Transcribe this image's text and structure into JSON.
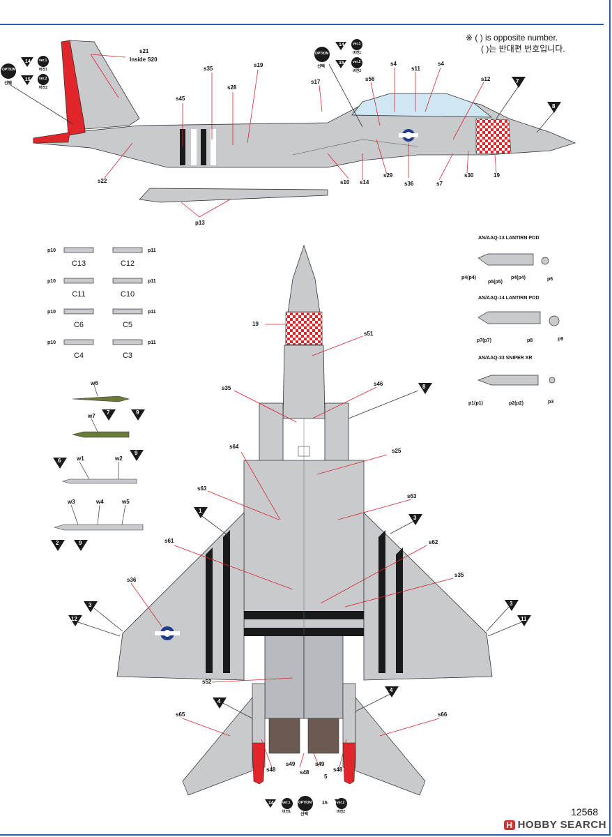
{
  "note": {
    "line1": "※ (   ) is opposite number.",
    "line2": "(   )는 반대편 번호입니다."
  },
  "badges": {
    "option": "OPTION",
    "option_sub": "선택",
    "ver1": "ver.1",
    "ver2": "ver.2",
    "ver_sub1": "버전1",
    "ver_sub2": "버전2",
    "n14": "14",
    "n15": "15"
  },
  "side_labels": {
    "s21": "s21",
    "s21_inside": "Inside S20",
    "s35": "s35",
    "s19": "s19",
    "s28": "s28",
    "s45": "s45",
    "s17": "s17",
    "s56": "s56",
    "s4a": "s4",
    "s11": "s11",
    "s4b": "s4",
    "s12": "s12",
    "s22": "s22",
    "s10": "s10",
    "s14": "s14",
    "s29": "s29",
    "s36": "s36",
    "s7": "s7",
    "s30": "s30",
    "n19": "19",
    "p13": "p13",
    "m7": "7",
    "m8": "8"
  },
  "pylons": [
    {
      "left": "p10",
      "code": "C13",
      "right": ""
    },
    {
      "left": "",
      "code": "C12",
      "right": "p11"
    },
    {
      "left": "p10",
      "code": "C11",
      "right": ""
    },
    {
      "left": "",
      "code": "C10",
      "right": "p11"
    },
    {
      "left": "p10",
      "code": "C6",
      "right": ""
    },
    {
      "left": "",
      "code": "C5",
      "right": "p11"
    },
    {
      "left": "p10",
      "code": "C4",
      "right": ""
    },
    {
      "left": "",
      "code": "C3",
      "right": "p11"
    }
  ],
  "weapons": {
    "w6": "w6",
    "w7": "w7",
    "w1": "w1",
    "w2": "w2",
    "w3": "w3",
    "w4": "w4",
    "w5": "w5",
    "m7": "7",
    "m9a": "9",
    "m6": "6",
    "m9b": "9",
    "m2": "2",
    "m9c": "9"
  },
  "pods": {
    "aaq13": {
      "title": "AN/AAQ-13 LANTIRN POD",
      "p4a": "p4(p4)",
      "p5": "p5(p5)",
      "p4b": "p4(p4)",
      "p6": "p6"
    },
    "aaq14": {
      "title": "AN/AAQ-14 LANTIRN POD",
      "p7": "p7(p7)",
      "p8": "p8",
      "p9": "p9"
    },
    "aaq33": {
      "title": "AN/AAQ-33 SNIPER XR",
      "p1": "p1(p1)",
      "p2": "p2(p2)",
      "p3": "p3"
    }
  },
  "bottom_labels": {
    "n19": "19",
    "s51": "s51",
    "s35a": "s35",
    "s46": "s46",
    "m8": "8",
    "s64": "s64",
    "s25": "s25",
    "s63a": "s63",
    "s63b": "s63",
    "m1": "1",
    "m3a": "3",
    "s61": "s61",
    "s62": "s62",
    "s35b": "s35",
    "s36": "s36",
    "m3b": "3",
    "m12": "12",
    "m3c": "3",
    "m11": "11",
    "s52": "s52",
    "m4a": "4",
    "m4b": "4",
    "s65": "s65",
    "s66": "s66",
    "s48a": "s48",
    "s49a": "s49",
    "s48b": "s48",
    "s49b": "s49",
    "s48c": "s48",
    "m5": "5"
  },
  "footer": {
    "catalog": "12568",
    "watermark_mark": "H",
    "watermark": "HOBBY SEARCH"
  },
  "colors": {
    "blue_rule": "#2a5db0",
    "gray": "#c8cacd",
    "dark_gray": "#8d9094",
    "red": "#e0252b",
    "stripe": "#1a1a1a",
    "canopy": "#cfe7f3",
    "olive": "#6b7a3a"
  }
}
